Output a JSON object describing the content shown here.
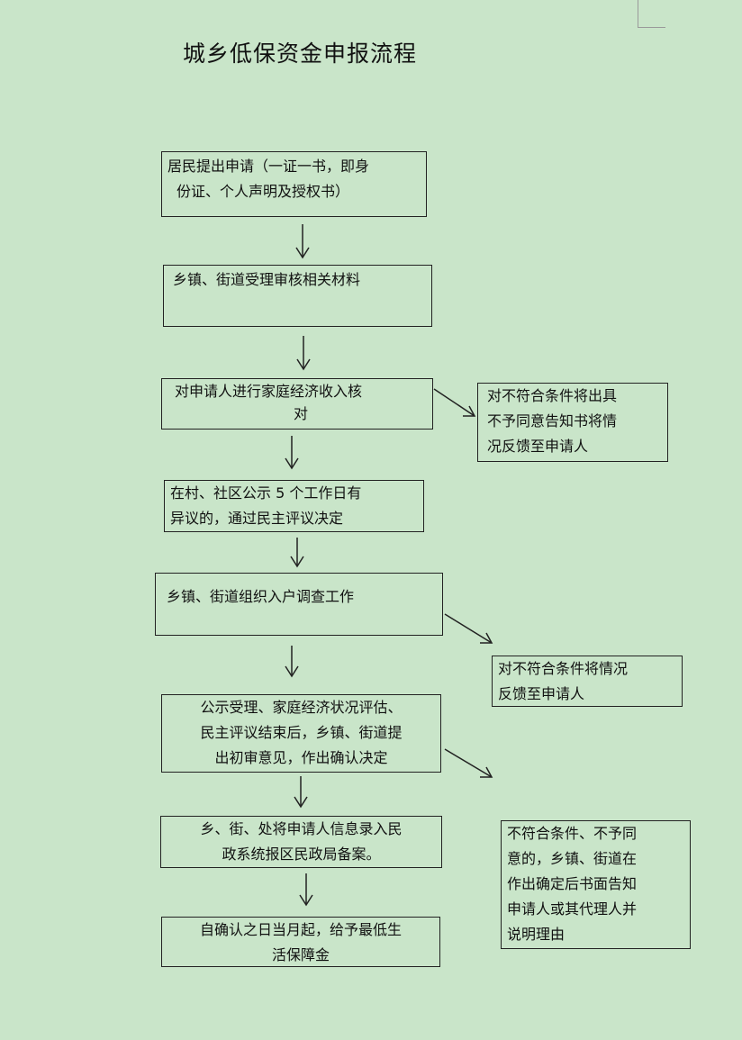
{
  "title": "城乡低保资金申报流程",
  "steps": {
    "apply": {
      "line1": "居民提出申请（一证一书，即身",
      "line2": "份证、个人声明及授权书）"
    },
    "accept": {
      "text": "乡镇、街道受理审核相关材料"
    },
    "verify": {
      "line1": "对申请人进行家庭经济收入核",
      "line2": "对"
    },
    "publicity": {
      "line1": "在村、社区公示 5 个工作日有",
      "line2": "异议的，通过民主评议决定"
    },
    "investigate": {
      "text": "乡镇、街道组织入户调查工作"
    },
    "review": {
      "line1": "公示受理、家庭经济状况评估、",
      "line2": "民主评议结束后，乡镇、街道提",
      "line3": "出初审意见，作出确认决定"
    },
    "record": {
      "line1": "乡、街、处将申请人信息录入民",
      "line2": "政系统报区民政局备案。"
    },
    "grant": {
      "line1": "自确认之日当月起，给予最低生",
      "line2": "活保障金"
    }
  },
  "side_notes": {
    "reject_verify": {
      "line1": "对不符合条件将出具",
      "line2": "不予同意告知书将情",
      "line3": "况反馈至申请人"
    },
    "reject_investigate": {
      "line1": "对不符合条件将情况",
      "line2": "反馈至申请人"
    },
    "reject_review": {
      "line1": "不符合条件、不予同",
      "line2": "意的，乡镇、街道在",
      "line3": "作出确定后书面告知",
      "line4": "申请人或其代理人并",
      "line5": "说明理由"
    }
  }
}
